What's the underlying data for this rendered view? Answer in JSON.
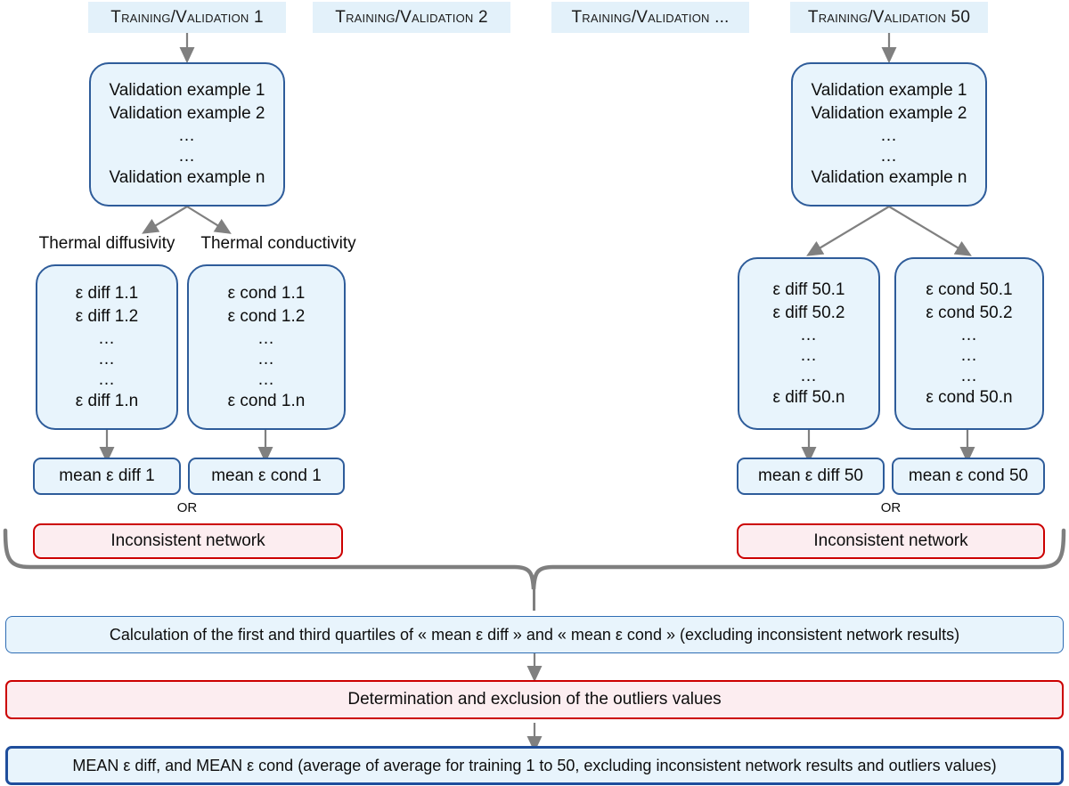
{
  "headers": [
    {
      "label": "Training/Validation 1"
    },
    {
      "label": "Training/Validation 2"
    },
    {
      "label": "Training/Validation ..."
    },
    {
      "label": "Training/Validation 50"
    }
  ],
  "validation_boxes": [
    {
      "lines": [
        "Validation  example 1",
        "Validation  example 2",
        "…",
        "…",
        "Validation  example n"
      ]
    },
    {
      "lines": [
        "Validation  example 1",
        "Validation  example 2",
        "…",
        "…",
        "Validation  example n"
      ]
    }
  ],
  "branch_labels": {
    "diffusivity": "Thermal diffusivity",
    "conductivity": "Thermal conductivity"
  },
  "epsilon_boxes": [
    {
      "lines": [
        "ε diff 1.1",
        "ε diff 1.2",
        "…",
        "…",
        "…",
        "ε diff 1.n"
      ]
    },
    {
      "lines": [
        "ε cond 1.1",
        "ε cond 1.2",
        "…",
        "…",
        "…",
        "ε cond 1.n"
      ]
    },
    {
      "lines": [
        "ε diff 50.1",
        "ε diff 50.2",
        "…",
        "…",
        "…",
        "ε diff 50.n"
      ]
    },
    {
      "lines": [
        "ε cond 50.1",
        "ε cond 50.2",
        "…",
        "…",
        "…",
        "ε cond 50.n"
      ]
    }
  ],
  "mean_boxes": [
    {
      "label": "mean ε diff 1"
    },
    {
      "label": "mean ε cond 1"
    },
    {
      "label": "mean ε diff 50"
    },
    {
      "label": "mean ε cond 50"
    }
  ],
  "or_labels": [
    {
      "label": "OR"
    },
    {
      "label": "OR"
    }
  ],
  "inconsistent_boxes": [
    {
      "label": "Inconsistent network"
    },
    {
      "label": "Inconsistent network"
    }
  ],
  "bottom_steps": [
    {
      "label": "Calculation of the first and third quartiles of « mean ε diff » and « mean ε cond » (excluding inconsistent network results)"
    },
    {
      "label": "Determination and exclusion of the outliers values"
    },
    {
      "label": "MEAN ε diff, and MEAN ε cond (average of average for training 1 to 50, excluding inconsistent network results and outliers values)"
    }
  ],
  "colors": {
    "blue_fill": "#E8F4FC",
    "blue_border": "#2E5C9A",
    "header_fill": "#E3F1FA",
    "red_border": "#CC0000",
    "red_fill": "#FCEDF0",
    "arrow_gray": "#808080",
    "brace_gray": "#7F7F7F",
    "deep_blue_border": "#1F4E9C"
  }
}
